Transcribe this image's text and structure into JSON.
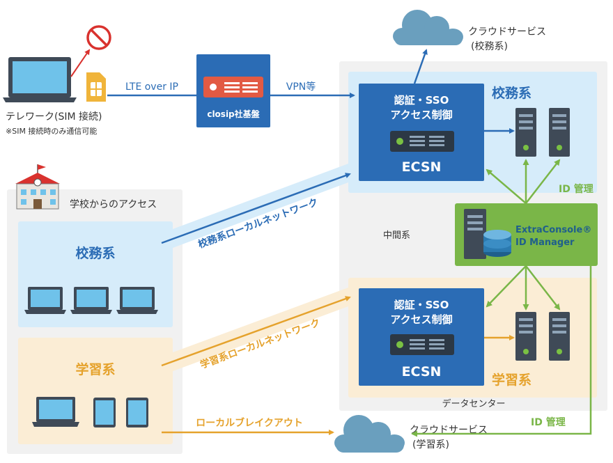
{
  "cloud_top": {
    "line1": "クラウドサービス",
    "line2": "(校務系)"
  },
  "cloud_bottom": {
    "line1": "クラウドサービス",
    "line2": "(学習系)"
  },
  "telework": {
    "label": "テレワーク(SIM 接続)",
    "note": "※SIM 接続時のみ通信可能"
  },
  "links": {
    "lte": "LTE over IP",
    "vpn": "VPN等",
    "admin_local": "校務系ローカルネットワーク",
    "learn_local": "学習系ローカルネットワーク",
    "local_breakout": "ローカルブレイクアウト",
    "id_mgmt_top": "ID 管理",
    "id_mgmt_bottom": "ID 管理"
  },
  "closip": {
    "label": "closip社基盤"
  },
  "school": {
    "title": "学校からのアクセス",
    "admin_zone": "校務系",
    "learn_zone": "学習系"
  },
  "datacenter": {
    "label": "データセンター",
    "middle": "中間系",
    "admin_zone": "校務系",
    "learn_zone": "学習系"
  },
  "ecsn_admin": {
    "line1": "認証・SSO",
    "line2": "アクセス制御",
    "name": "ECSN"
  },
  "ecsn_learn": {
    "line1": "認証・SSO",
    "line2": "アクセス制御",
    "name": "ECSN"
  },
  "idm": {
    "line1": "ExtraConsole®",
    "line2": "ID Manager"
  },
  "colors": {
    "blue_dark": "#2b6cb5",
    "blue_light_zone": "#d6ecfa",
    "orange_zone": "#fbedd5",
    "orange_line": "#e5a22c",
    "green": "#7ab648",
    "gray_zone": "#f1f1f1",
    "cloud": "#6a9fbe"
  }
}
